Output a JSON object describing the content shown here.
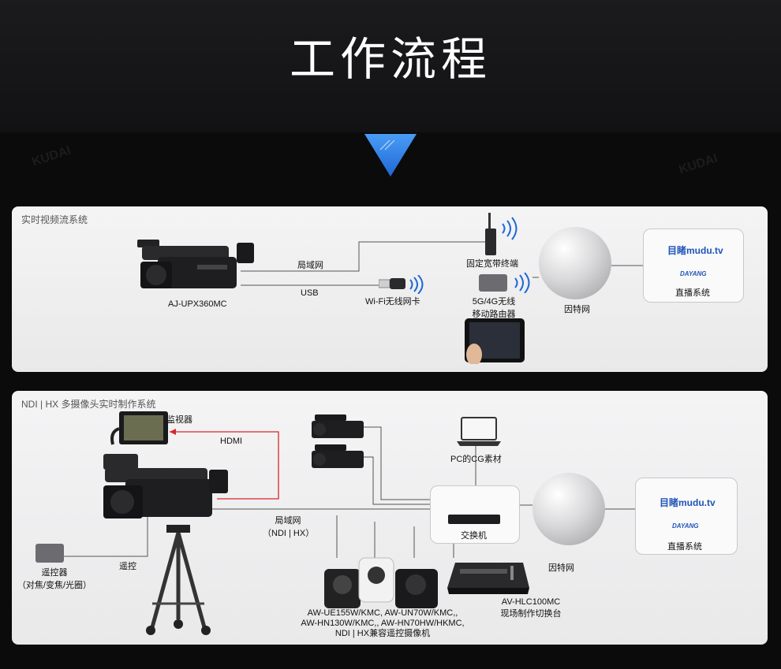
{
  "title": "工作流程",
  "section1": {
    "label": "实时视频流系统",
    "camera": "AJ-UPX360MC",
    "lan": "局域网",
    "usb": "USB",
    "wifi_card": "Wi-Fi无线网卡",
    "broadband": "固定宽带终端",
    "router_line1": "5G/4G无线",
    "router_line2": "移动路由器",
    "internet": "因特网",
    "live": "直播系统",
    "mudu": "目睹mudu.tv",
    "dayang": "DAYANG"
  },
  "section2": {
    "label": "NDI | HX 多摄像头实时制作系统",
    "monitor": "监视器",
    "hdmi": "HDMI",
    "lan_line1": "局域网",
    "lan_line2": "（NDI | HX）",
    "remote_ctl": "遥控",
    "remote_line1": "遥控器",
    "remote_line2": "（对焦/变焦/光圈）",
    "pc": "PC的CG素材",
    "switch": "交换机",
    "internet": "因特网",
    "live": "直播系统",
    "mudu": "目睹mudu.tv",
    "dayang": "DAYANG",
    "switcher_line1": "AV-HLC100MC",
    "switcher_line2": "现场制作切换台",
    "ptz_line1": "AW-UE155W/KMC, AW-UN70W/KMC,,",
    "ptz_line2": "AW-HN130W/KMC,, AW-HN70HW/HKMC,",
    "ptz_line3": "NDI | HX兼容遥控摄像机"
  },
  "colors": {
    "accent": "#2f7de1",
    "hdmi_line": "#d9252b",
    "background": "#0b0b0c"
  }
}
